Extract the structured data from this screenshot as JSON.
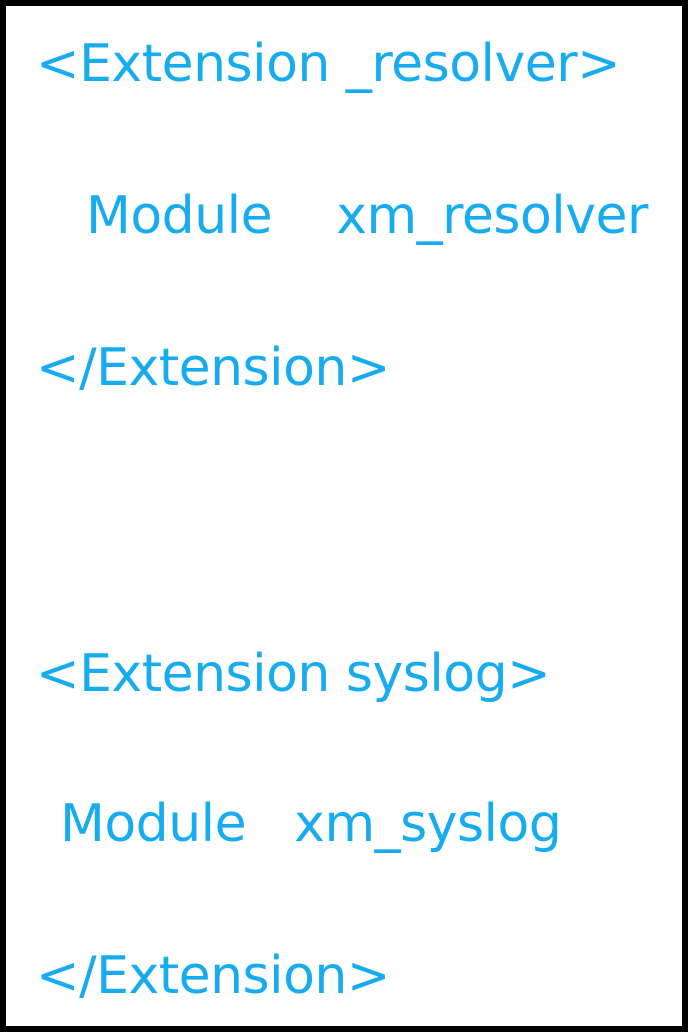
{
  "page": {
    "background_color": "#ffffff",
    "border_color": "#000000",
    "text_color": "#16acef"
  },
  "blocks": [
    {
      "id": "resolver",
      "name": "_resolver",
      "lines": [
        "<Extension _resolver>",
        "Module    xm_resolver",
        "</Extension>"
      ],
      "open_tag": "<Extension _resolver>",
      "directive_key": "Module",
      "directive_value": "xm_resolver",
      "close_tag": "</Extension>"
    },
    {
      "id": "syslog",
      "name": "syslog",
      "lines": [
        "<Extension syslog>",
        "Module   xm_syslog",
        "</Extension>"
      ],
      "open_tag": "<Extension syslog>",
      "directive_key": "Module",
      "directive_value": "xm_syslog",
      "close_tag": "</Extension>"
    }
  ]
}
